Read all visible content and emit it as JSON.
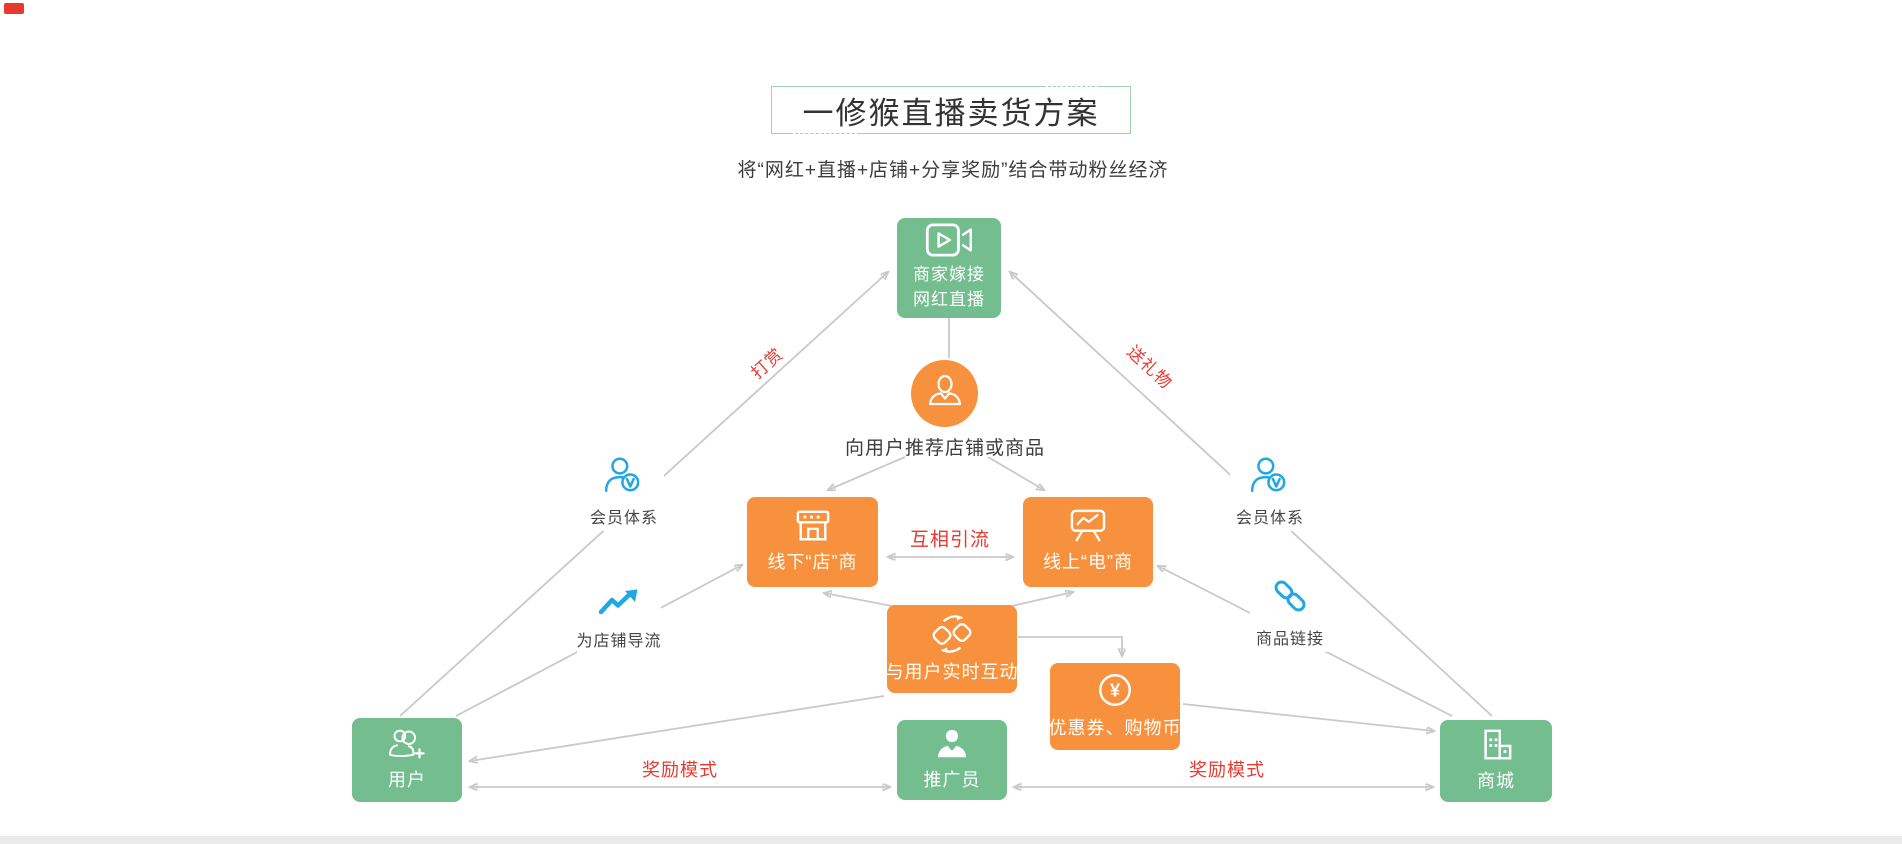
{
  "page": {
    "title": "一修猴直播卖货方案",
    "subtitle": "将“网红+直播+店铺+分享奖励”结合带动粉丝经济"
  },
  "nodes": {
    "broadcast": {
      "line1": "商家嫁接",
      "line2": "网红直播",
      "icon": "video-camera-icon"
    },
    "recommend": {
      "label": "向用户推荐店铺或商品",
      "icon": "presenter-person-icon"
    },
    "offline": {
      "label": "线下“店”商",
      "icon": "storefront-icon"
    },
    "online": {
      "label": "线上“电”商",
      "icon": "chart-board-icon"
    },
    "interact": {
      "label": "与用户实时互动",
      "icon": "sync-exchange-icon"
    },
    "coupon": {
      "label": "优惠券、购物币",
      "icon": "yen-coin-icon",
      "symbol": "¥"
    },
    "user": {
      "label": "用户",
      "icon": "add-user-icon"
    },
    "promoter": {
      "label": "推广员",
      "icon": "salesman-icon"
    },
    "mall": {
      "label": "商城",
      "icon": "buildings-icon"
    }
  },
  "side_items": {
    "member_left": {
      "label": "会员体系",
      "icon": "vip-member-icon"
    },
    "store_traffic": {
      "label": "为店铺导流",
      "icon": "trend-up-arrow-icon"
    },
    "member_right": {
      "label": "会员体系",
      "icon": "vip-member-icon"
    },
    "product_link": {
      "label": "商品链接",
      "icon": "chain-link-icon"
    }
  },
  "edge_labels": {
    "tip": "打赏",
    "gift": "送礼物",
    "mutual_traffic": "互相引流",
    "reward_left": "奖励模式",
    "reward_right": "奖励模式"
  },
  "colors": {
    "green": "#73bd8e",
    "orange": "#f7913d",
    "cyan": "#22a7e0",
    "red": "#e8392f",
    "line-gray": "#c9c9c9",
    "title-border-green": "#9fd2ad",
    "text-dark": "#3d3d3d"
  }
}
